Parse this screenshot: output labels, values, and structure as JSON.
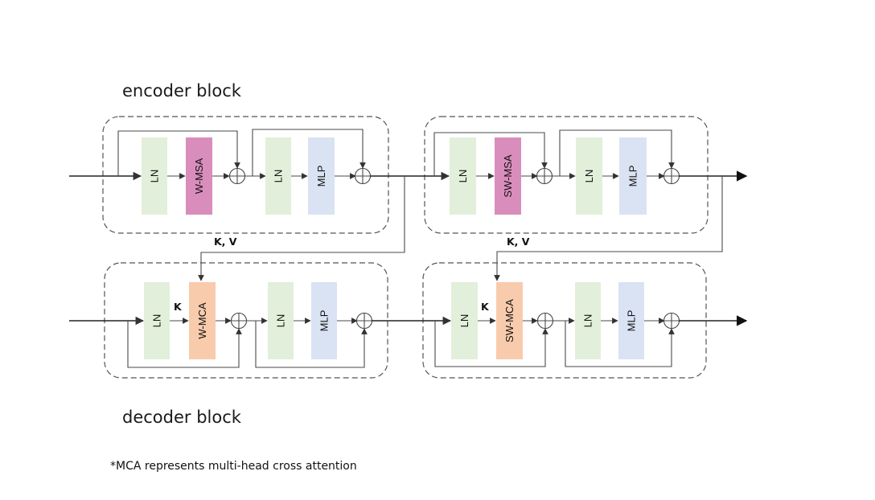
{
  "titles": {
    "encoder": "encoder block",
    "decoder": "decoder block"
  },
  "footnote": "*MCA represents multi-head cross attention",
  "labels": {
    "ln": "LN",
    "mlp": "MLP",
    "w_msa": "W-MSA",
    "sw_msa": "SW-MSA",
    "w_mca": "W-MCA",
    "sw_mca": "SW-MCA",
    "kv": "K, V",
    "k": "K"
  },
  "colors": {
    "ln": "#e2efda",
    "mlp": "#dae3f3",
    "msa": "#d98dbd",
    "mca": "#f8cbad",
    "line": "#4a4a4a",
    "dashed_border": "#555555"
  }
}
